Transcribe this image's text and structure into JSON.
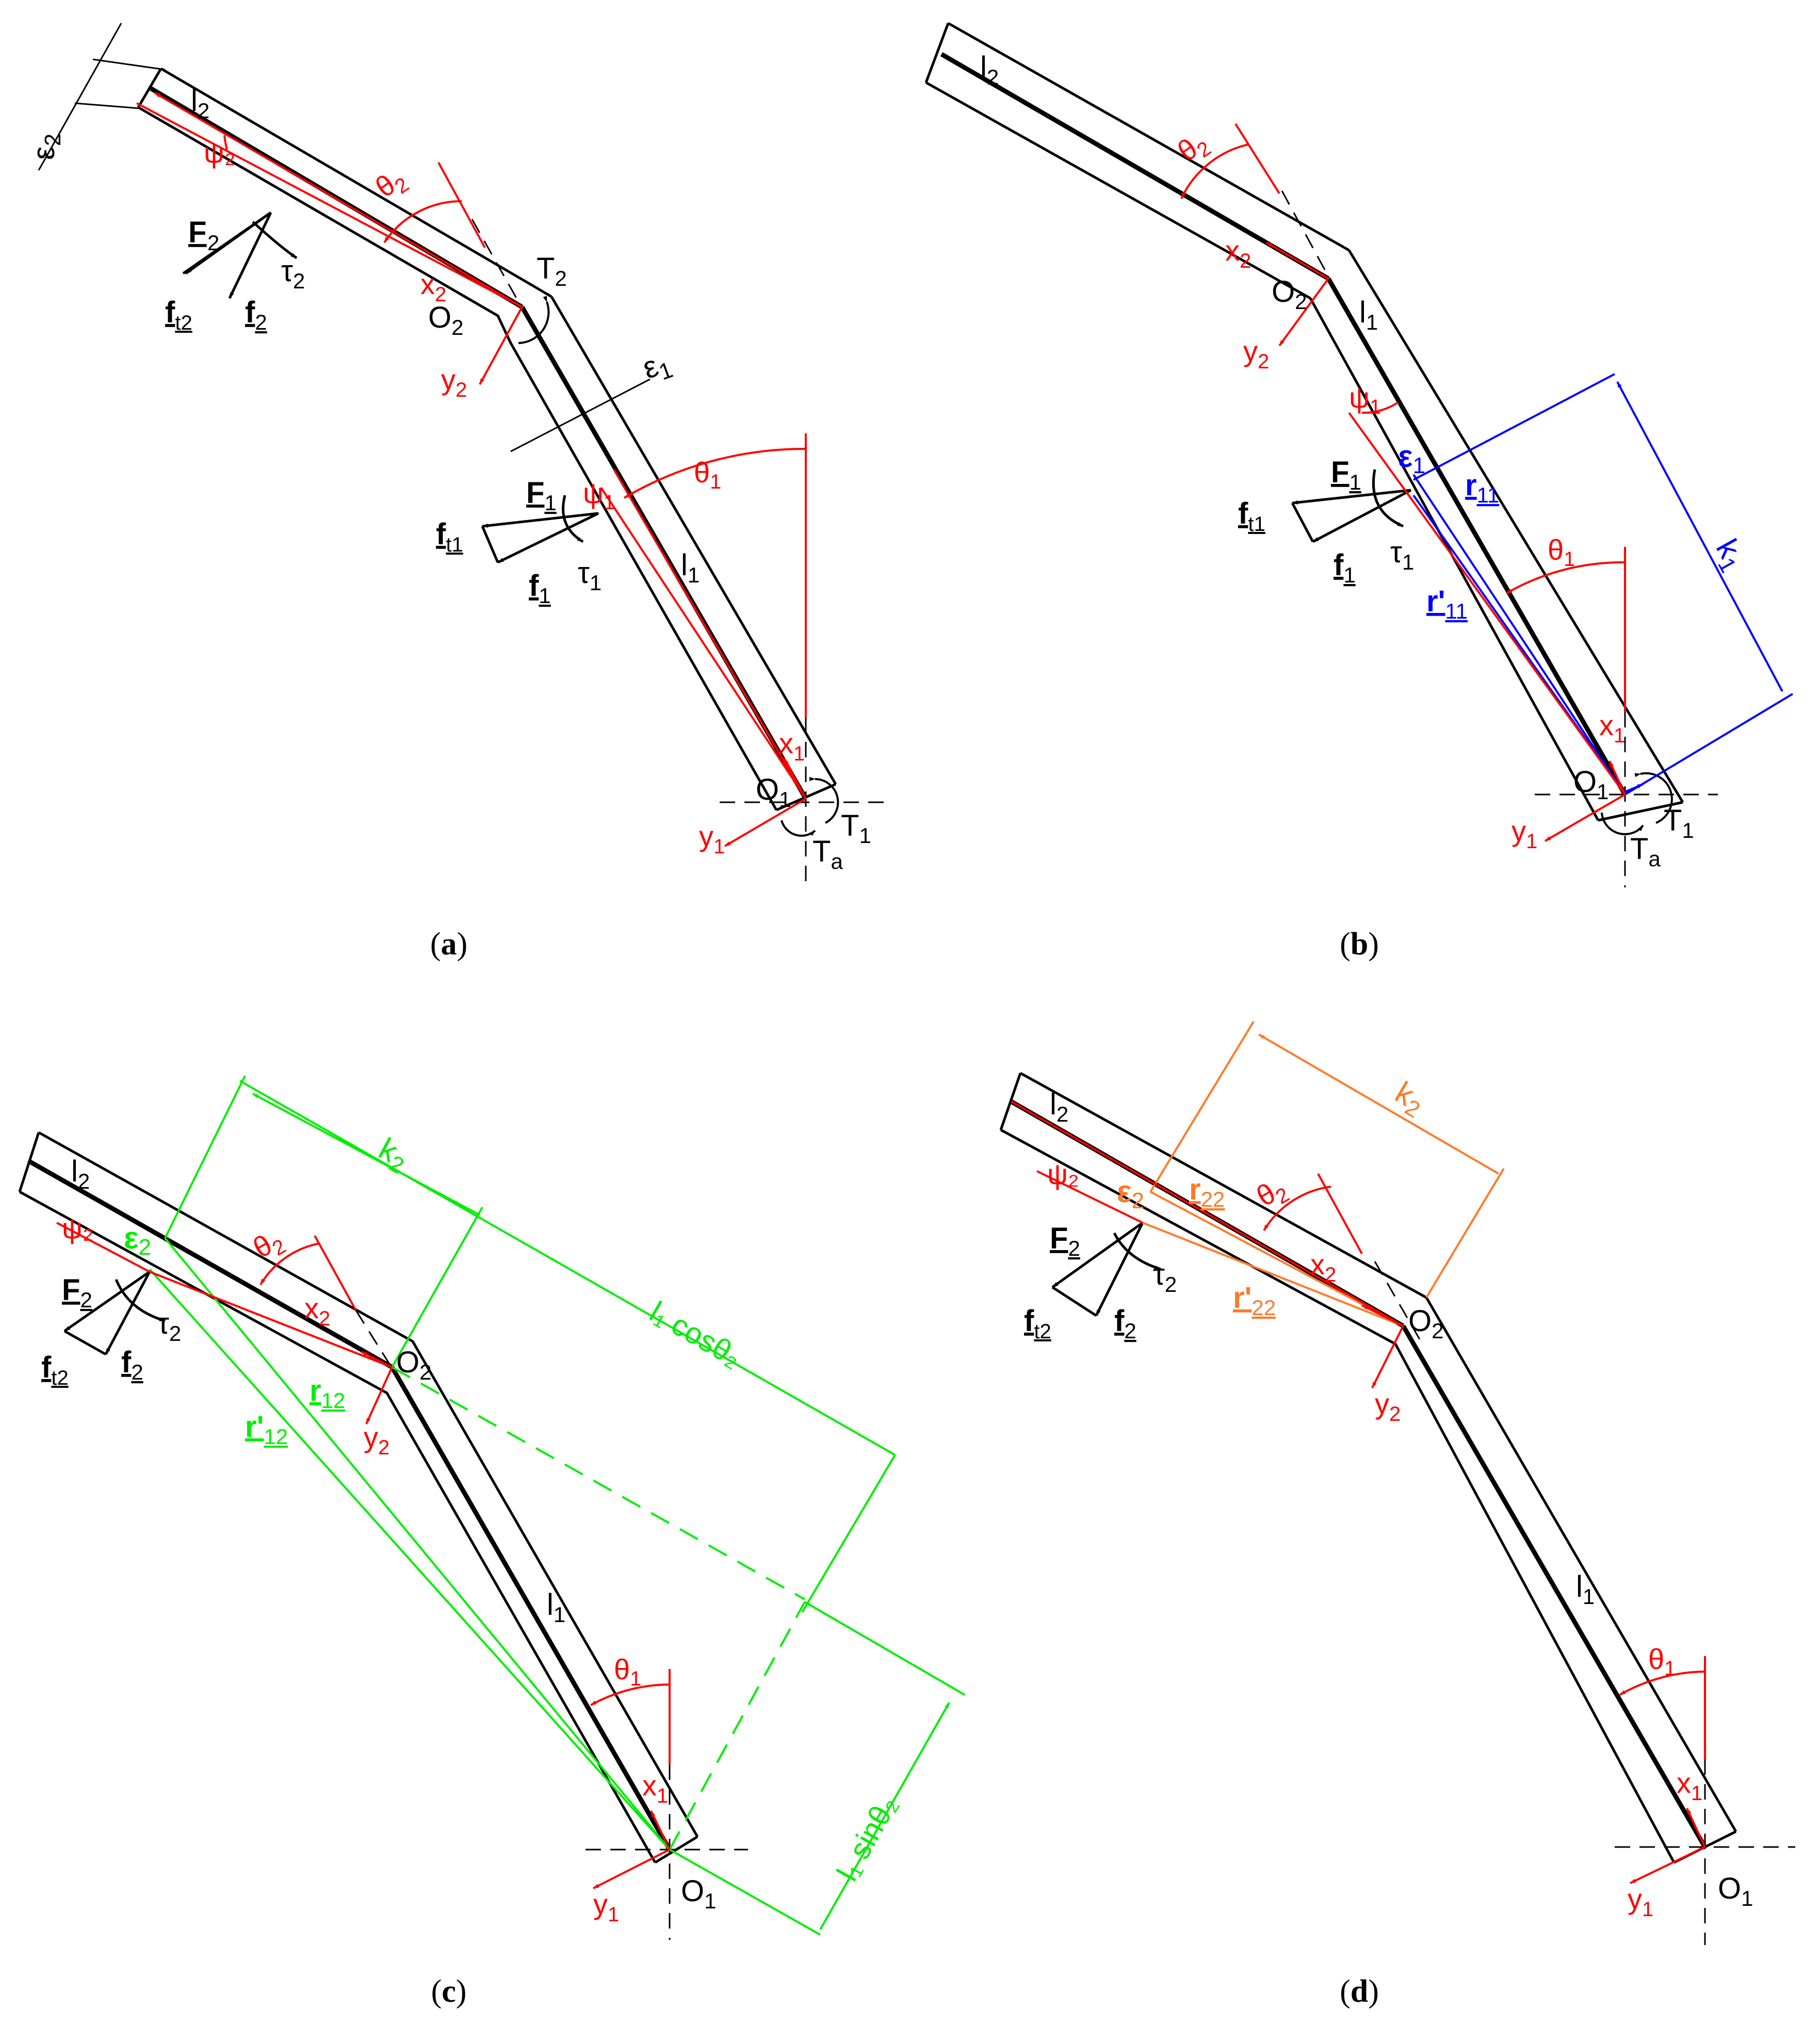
{
  "colors": {
    "black": "#000000",
    "red": "#ff0000",
    "blue": "#0000ff",
    "green": "#00ee00",
    "orange": "#ff7a28"
  },
  "captions": {
    "a": {
      "open": "(",
      "letter": "a",
      "close": ")"
    },
    "b": {
      "open": "(",
      "letter": "b",
      "close": ")"
    },
    "c": {
      "open": "(",
      "letter": "c",
      "close": ")"
    },
    "d": {
      "open": "(",
      "letter": "d",
      "close": ")"
    }
  },
  "symbols": {
    "l": "l",
    "one": "1",
    "two": "2",
    "a": "a",
    "t": "t",
    "x": "x",
    "y": "y",
    "O": "O",
    "T": "T",
    "f": "f",
    "F": "F",
    "r": "r",
    "rp": "r'",
    "tau": "τ",
    "theta": "θ",
    "psi": "ψ",
    "eps": "ε",
    "k": "k",
    "eleven": "11",
    "twelve": "12",
    "twentytwo": "22",
    "t1": "t1",
    "t2": "t2",
    "l1cos": "l₁ cosθ₂",
    "l1sin": "l₁ sinθ₂",
    "psi2": "ψ₂"
  }
}
